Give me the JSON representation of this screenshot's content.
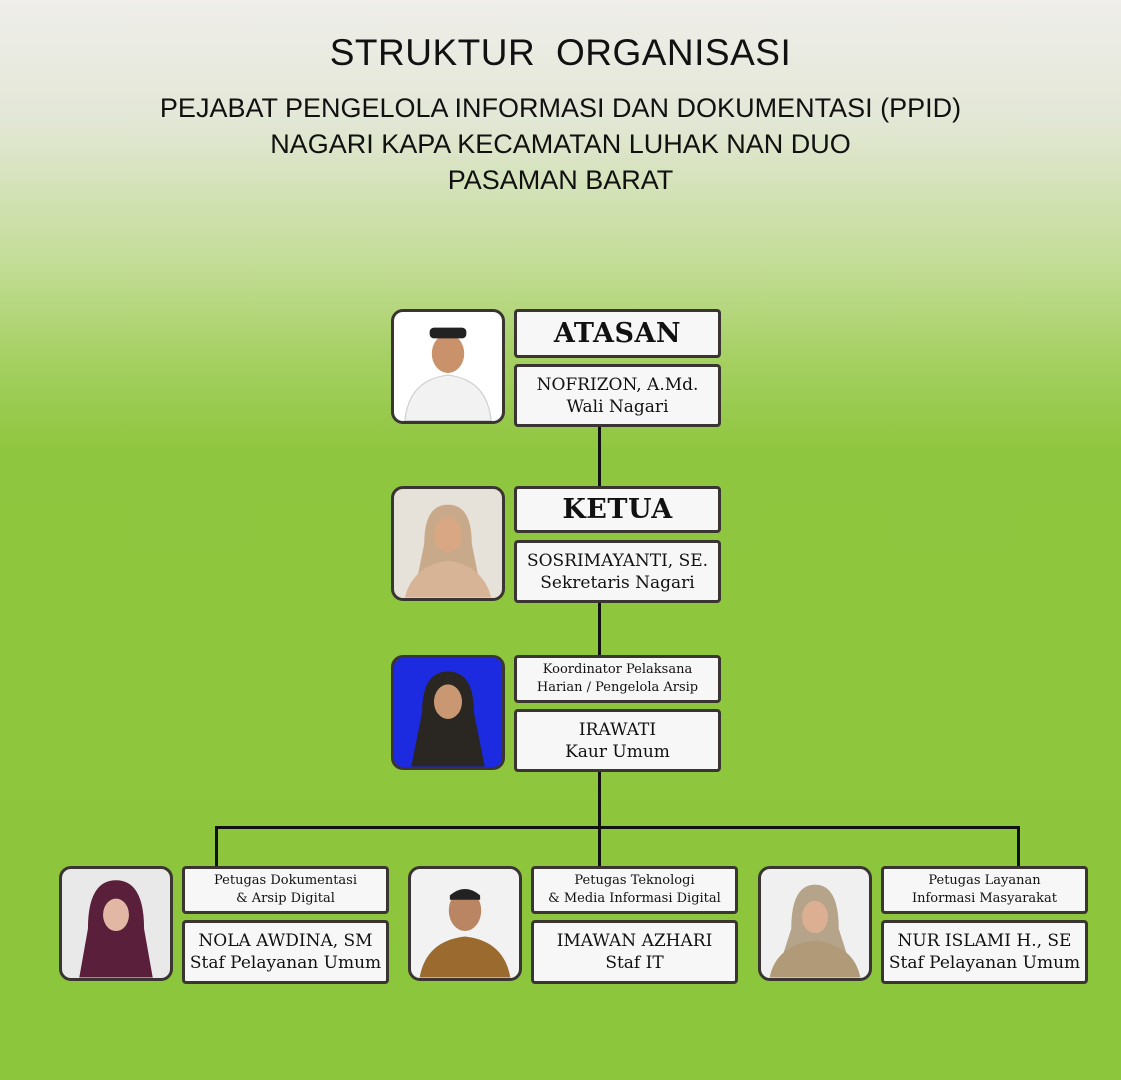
{
  "header": {
    "title": "STRUKTUR  ORGANISASI",
    "line1": "PEJABAT PENGELOLA INFORMASI DAN DOKUMENTASI (PPID)",
    "line2": "NAGARI KAPA KECAMATAN LUHAK NAN DUO",
    "line3": "PASAMAN BARAT"
  },
  "atasan": {
    "role": "ATASAN",
    "name": "NOFRIZON, A.Md.",
    "position": "Wali Nagari"
  },
  "ketua": {
    "role": "KETUA",
    "name": "SOSRIMAYANTI, SE.",
    "position": "Sekretaris Nagari"
  },
  "koordinator": {
    "role_line1": "Koordinator Pelaksana",
    "role_line2": "Harian / Pengelola Arsip",
    "name": "IRAWATI",
    "position": "Kaur Umum"
  },
  "staff": [
    {
      "role_line1": "Petugas Dokumentasi",
      "role_line2": "& Arsip Digital",
      "name": "NOLA AWDINA, SM",
      "position": "Staf Pelayanan Umum"
    },
    {
      "role_line1": "Petugas Teknologi",
      "role_line2": "& Media Informasi Digital",
      "name": "IMAWAN AZHARI",
      "position": "Staf IT"
    },
    {
      "role_line1": "Petugas Layanan",
      "role_line2": "Informasi Masyarakat",
      "name": "NUR ISLAMI H., SE",
      "position": "Staf Pelayanan Umum"
    }
  ]
}
